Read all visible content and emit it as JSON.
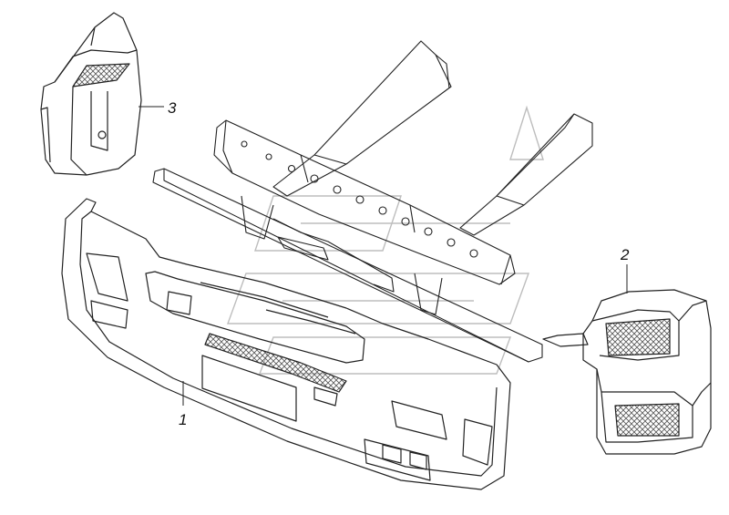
{
  "callouts": {
    "part_1": "1",
    "part_2": "2",
    "part_3": "3"
  },
  "colors": {
    "line": "#222222",
    "tread": "#555555",
    "watermark": "#bdbdbd"
  }
}
